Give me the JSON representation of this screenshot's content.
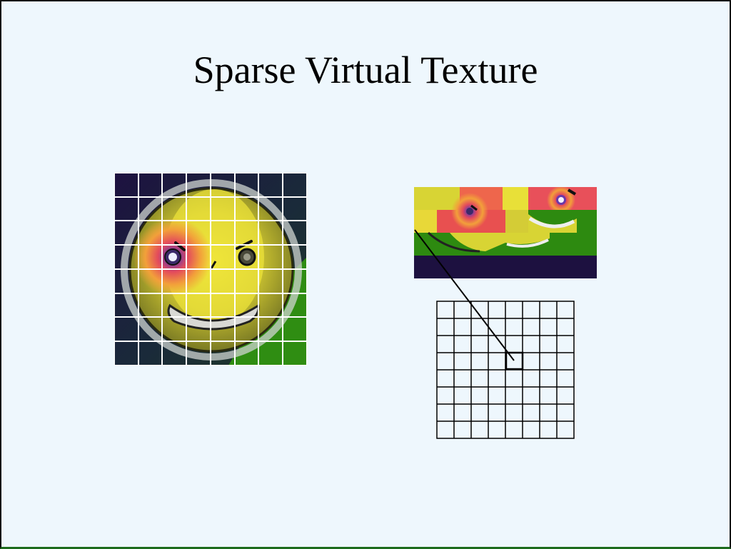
{
  "slide": {
    "title": "Sparse Virtual Texture"
  },
  "diagram": {
    "virtual_texture_grid": {
      "rows": 8,
      "cols": 8
    },
    "page_table_grid": {
      "rows": 8,
      "cols": 8,
      "highlighted_cell": {
        "row": 3,
        "col": 4
      }
    },
    "colors": {
      "slide_background": "#eef7fd",
      "dark_tile": "#1d1140",
      "face_yellow": "#e8e035",
      "face_olive": "#8e8a22",
      "green": "#2d8a10",
      "eye_red": "#e8505a",
      "eye_purple": "#7a3aa0",
      "grid_line_light": "#ffffff",
      "grid_line_dark": "#000000"
    }
  }
}
